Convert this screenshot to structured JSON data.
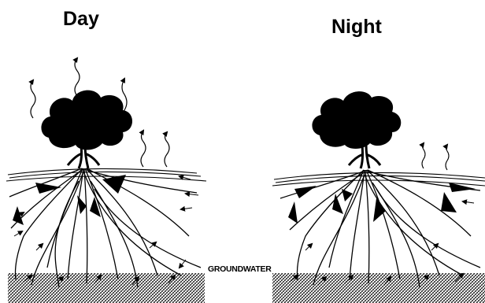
{
  "panels": {
    "day": {
      "title": "Day"
    },
    "night": {
      "title": "Night"
    }
  },
  "groundwater_label": "GROUNDWATER",
  "icons": {
    "tree": "tree-icon",
    "arrow": "wavy-arrow-icon"
  },
  "colors": {
    "ink": "#000000",
    "background": "#ffffff"
  }
}
